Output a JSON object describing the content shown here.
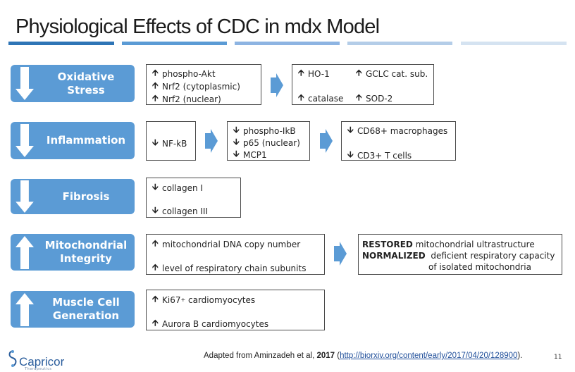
{
  "title": "Physiological Effects of CDC in mdx Model",
  "colors": {
    "accent": "#5b9bd5",
    "band1": "#2e75b6",
    "band2": "#5b9bd5",
    "band3": "#8db4e2",
    "band4": "#b4cde8",
    "band5": "#d5e3f1"
  },
  "categories": [
    {
      "label": "Oxidative Stress",
      "direction": "down"
    },
    {
      "label": "Inflammation",
      "direction": "down"
    },
    {
      "label": "Fibrosis",
      "direction": "down"
    },
    {
      "label": "Mitochondrial Integrity",
      "direction": "up"
    },
    {
      "label": "Muscle Cell Generation",
      "direction": "up"
    }
  ],
  "oxidative": {
    "box1": [
      "phospho-Akt",
      "Nrf2 (cytoplasmic)",
      "Nrf2 (nuclear)"
    ],
    "box2": {
      "c1": [
        "HO-1",
        "catalase"
      ],
      "c2": [
        "GCLC cat. sub.",
        "SOD-2"
      ]
    }
  },
  "inflammation": {
    "box1": [
      "NF-kB"
    ],
    "box2": [
      "phospho-IkB",
      "p65 (nuclear)",
      "MCP1"
    ],
    "box3": [
      "CD68+ macrophages",
      "CD3+ T cells"
    ]
  },
  "fibrosis": {
    "box1": [
      "collagen I",
      "collagen III"
    ]
  },
  "mitochondrial": {
    "box1": [
      "mitochondrial DNA copy number",
      "level of respiratory chain subunits"
    ],
    "result": {
      "restored_bold": "RESTORED",
      "restored_text": "mitochondrial ultrastructure",
      "normalized_bold": "NORMALIZED",
      "normalized_text": "deficient respiratory capacity",
      "normalized_text2": "of isolated mitochondria"
    }
  },
  "muscle": {
    "ki67_pre": "Ki67",
    "ki67_sup": "+",
    "ki67_post": " cardiomyocytes",
    "aurora": "Aurora B cardiomyocytes"
  },
  "symbols": {
    "up": "🡩",
    "down": "🡫"
  },
  "footer": {
    "pre": "Adapted from Aminzadeh et al, ",
    "year": "2017",
    "paren_open": " (",
    "link": "http://biorxiv.org/content/early/2017/04/20/128900",
    "paren_close": ")."
  },
  "page_number": "11",
  "logo": {
    "name": "Capricor",
    "sub": "Therapeutics"
  }
}
